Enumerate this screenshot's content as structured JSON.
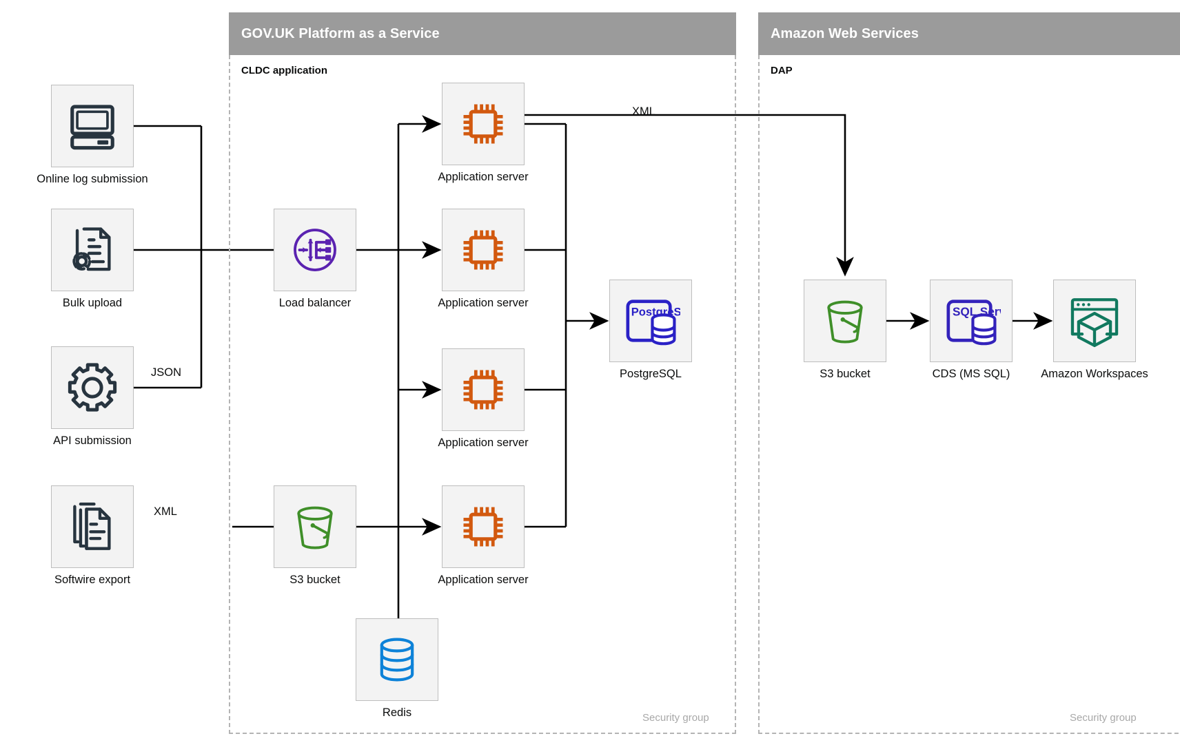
{
  "groups": [
    {
      "id": "paas",
      "title": "GOV.UK Platform as a Service",
      "sublabel": "CLDC application",
      "footnote": "Security group"
    },
    {
      "id": "aws",
      "title": "Amazon Web Services",
      "sublabel": "DAP",
      "footnote": "Security group"
    }
  ],
  "nodes": {
    "online_log_submission": {
      "label": "Online log submission",
      "icon": "desktop-computer-icon",
      "color": "#27343f"
    },
    "bulk_upload": {
      "label": "Bulk upload",
      "icon": "document-gear-icon",
      "color": "#27343f"
    },
    "api_submission": {
      "label": "API submission",
      "icon": "gear-icon",
      "color": "#27343f"
    },
    "softwire_export": {
      "label": "Softwire export",
      "icon": "document-stack-icon",
      "color": "#27343f"
    },
    "load_balancer": {
      "label": "Load balancer",
      "icon": "load-balancer-icon",
      "color": "#5a22b0"
    },
    "app_server_1": {
      "label": "Application server",
      "icon": "cpu-chip-icon",
      "color": "#d2590f"
    },
    "app_server_2": {
      "label": "Application server",
      "icon": "cpu-chip-icon",
      "color": "#d2590f"
    },
    "app_server_3": {
      "label": "Application server",
      "icon": "cpu-chip-icon",
      "color": "#d2590f"
    },
    "app_server_4": {
      "label": "Application server",
      "icon": "cpu-chip-icon",
      "color": "#d2590f"
    },
    "postgresql": {
      "label": "PostgreSQL",
      "icon": "postgresql-icon",
      "color": "#2a21c6",
      "badge": "PostgreSQL"
    },
    "s3_paas": {
      "label": "S3 bucket",
      "icon": "s3-bucket-icon",
      "color": "#3f8f29"
    },
    "redis": {
      "label": "Redis",
      "icon": "database-icon",
      "color": "#0d82d8"
    },
    "s3_aws": {
      "label": "S3 bucket",
      "icon": "s3-bucket-icon",
      "color": "#3f8f29"
    },
    "cds_mssql": {
      "label": "CDS (MS SQL)",
      "icon": "sql-server-icon",
      "color": "#3322bb",
      "badge": "SQL Server"
    },
    "amazon_workspaces": {
      "label": "Amazon Workspaces",
      "icon": "workspaces-cube-icon",
      "color": "#11795f"
    }
  },
  "edge_labels": {
    "api_json": "JSON",
    "softwire_xml": "XML",
    "appserver_to_s3_xml": "XML"
  },
  "palette": {
    "header_grey": "#9b9b9b",
    "tile_fill": "#f3f3f3",
    "tile_border": "#bdbdbd",
    "dashed_border": "#b4b4b4",
    "wire": "#000000",
    "text": "#0b0c0c",
    "muted_text": "#a8a8a8"
  }
}
